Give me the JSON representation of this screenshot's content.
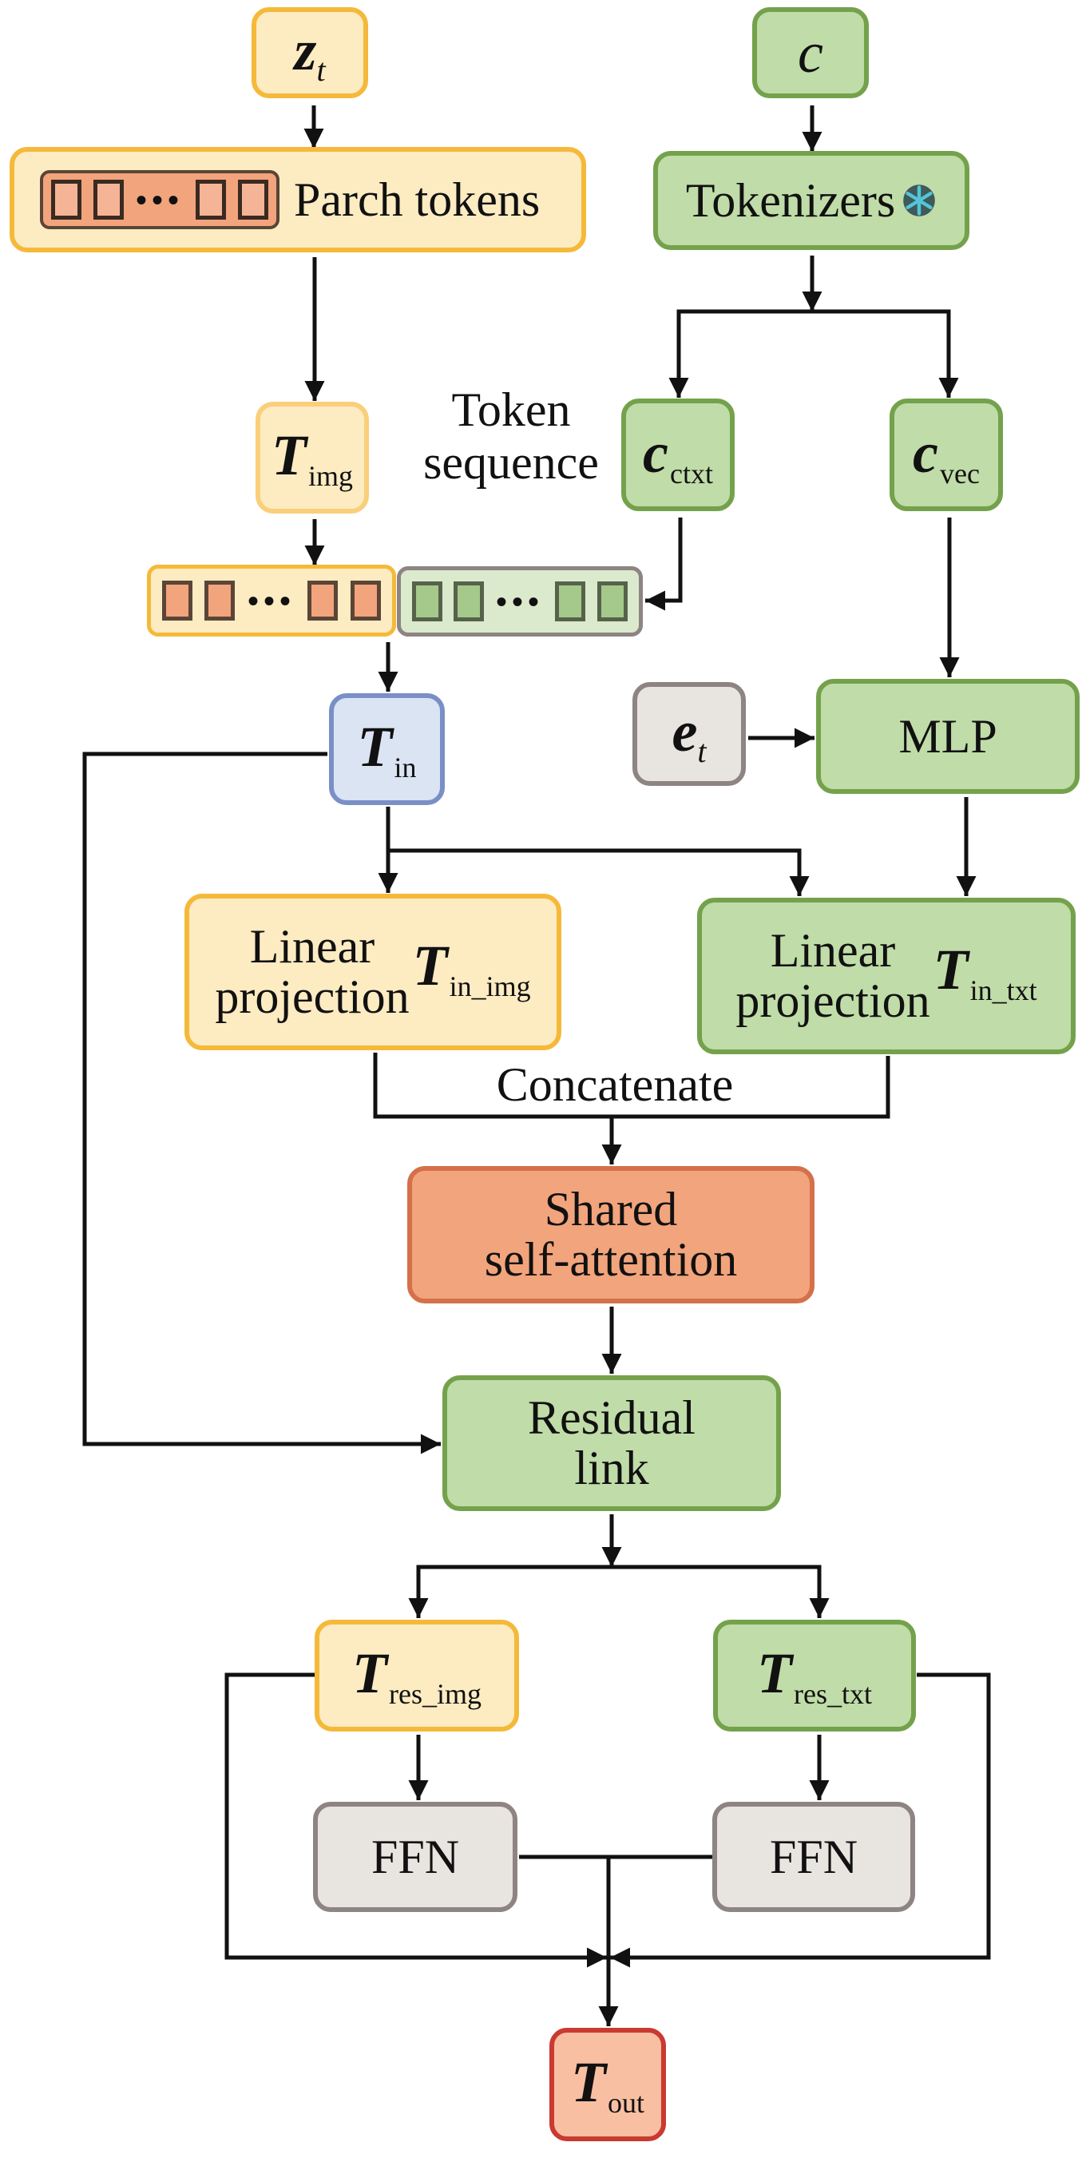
{
  "nodes": {
    "z_t": {
      "main": "z",
      "sub": "t"
    },
    "c": {
      "main": "c"
    },
    "patch_tokens": {
      "label": "Parch tokens"
    },
    "tokenizers": {
      "label": "Tokenizers",
      "icon": "snowflake-icon"
    },
    "t_img": {
      "main": "T",
      "sub": "img"
    },
    "token_sequence_label": {
      "line1": "Token",
      "line2": "sequence"
    },
    "c_ctxt": {
      "main": "c",
      "sub": "ctxt"
    },
    "c_vec": {
      "main": "c",
      "sub": "vec"
    },
    "t_in": {
      "main": "T",
      "sub": "in"
    },
    "e_t": {
      "main": "e",
      "sub": "t"
    },
    "mlp": {
      "label": "MLP"
    },
    "linear_proj_img": {
      "line1": "Linear",
      "line2": "projection",
      "main": "T",
      "sub": "in_img"
    },
    "linear_proj_txt": {
      "line1": "Linear",
      "line2": "projection",
      "main": "T",
      "sub": "in_txt"
    },
    "concatenate_label": {
      "label": "Concatenate"
    },
    "shared_attention": {
      "line1": "Shared",
      "line2": "self-attention"
    },
    "residual_link": {
      "line1": "Residual",
      "line2": "link"
    },
    "t_res_img": {
      "main": "T",
      "sub": "res_img"
    },
    "t_res_txt": {
      "main": "T",
      "sub": "res_txt"
    },
    "ffn_img": {
      "label": "FFN"
    },
    "ffn_txt": {
      "label": "FFN"
    },
    "t_out": {
      "main": "T",
      "sub": "out"
    }
  },
  "token_strips": {
    "ellipsis": "•••"
  },
  "colors": {
    "image_branch": "#fdebc2",
    "text_branch": "#c0dca8",
    "input": "#dae4f2",
    "attention": "#f2a47c",
    "neutral": "#e8e4e0",
    "output": "#f8bfa2"
  }
}
